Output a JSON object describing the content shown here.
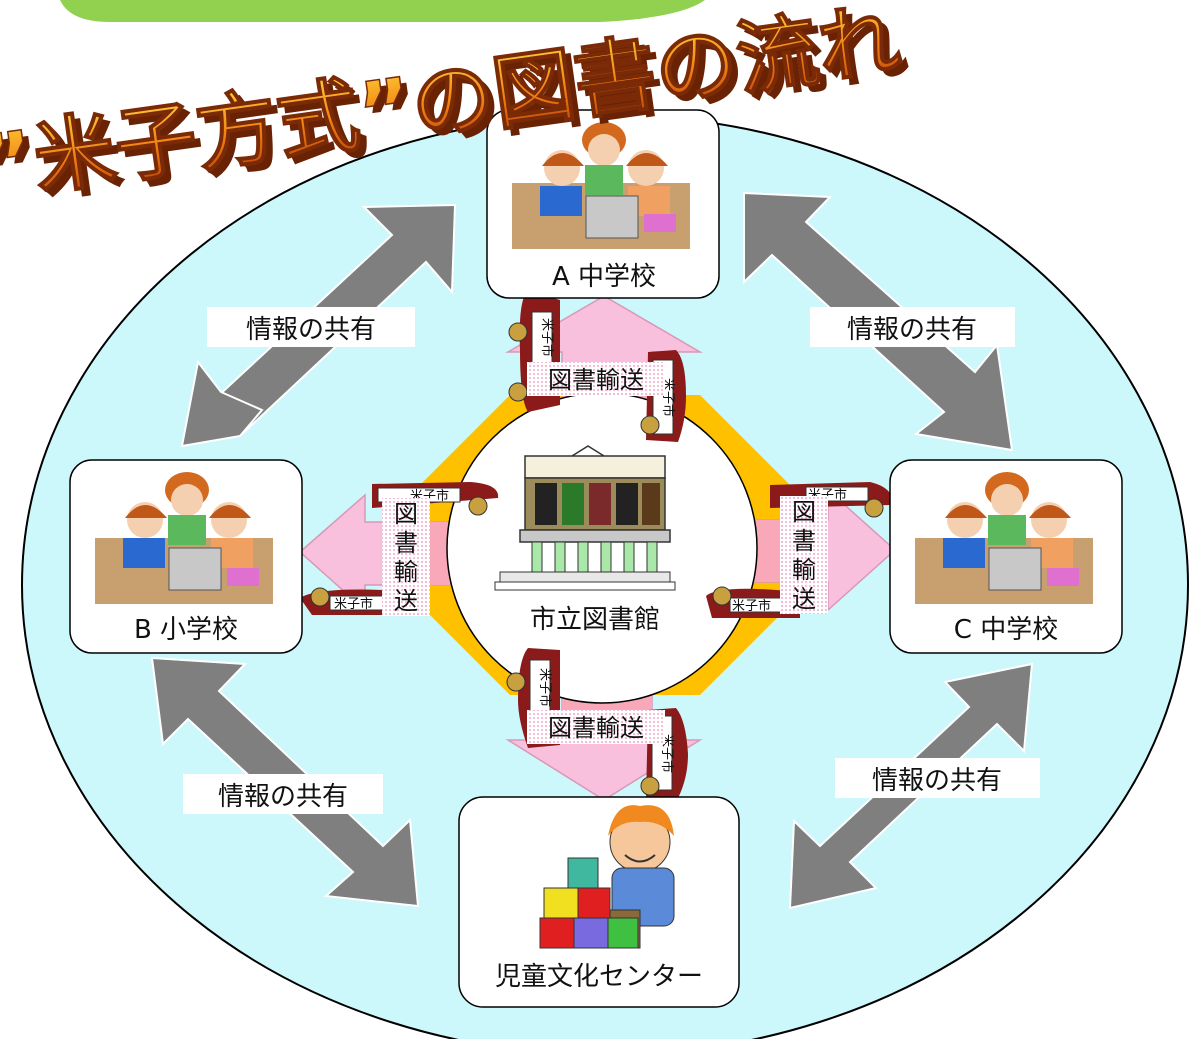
{
  "title": "”米子方式”の図書の流れ",
  "center": {
    "label": "市立図書館"
  },
  "nodes": {
    "a": {
      "label": "A 中学校"
    },
    "b": {
      "label": "B 小学校"
    },
    "c": {
      "label": "C 中学校"
    },
    "d": {
      "label": "児童文化センター"
    }
  },
  "sharing": {
    "top_left": "情報の共有",
    "top_right": "情報の共有",
    "bottom_left": "情報の共有",
    "bottom_right": "情報の共有"
  },
  "transport": {
    "top": "図書輸送",
    "bottom": "図書輸送",
    "left_1": "図",
    "left_2": "書",
    "left_3": "輸",
    "left_4": "送",
    "right_1": "図",
    "right_2": "書",
    "right_3": "輸",
    "right_4": "送"
  },
  "truck": {
    "label": "米子市"
  },
  "colors": {
    "background_circle": "#ccf7fb",
    "octagon": "#ffc000",
    "arrow_pink": "#f8c0dc",
    "arrow_gray": "#7f7f7f",
    "banner": "#92d050",
    "title_orange": "#e86c0c",
    "truck": "#8b1a1a"
  }
}
